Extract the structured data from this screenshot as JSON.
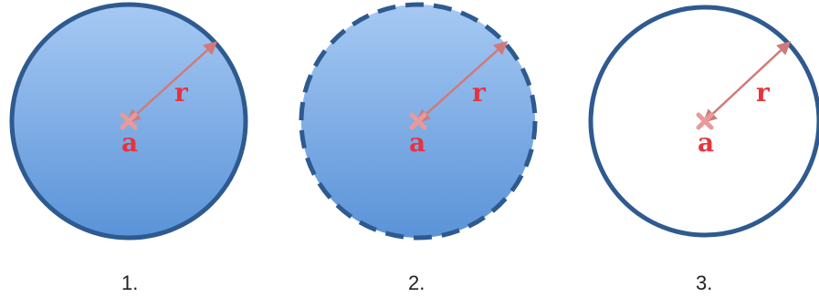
{
  "colors": {
    "outline": "#2e5a8f",
    "fill_top": "#a6c9f3",
    "fill_bottom": "#5a93d8",
    "arrow": "#d07a7a",
    "center_mark": "#e89a9a",
    "label": "#e8323c"
  },
  "figures": [
    {
      "radius_label": "r",
      "center_label": "a",
      "caption": "1.",
      "outline_style": "solid",
      "filled": true
    },
    {
      "radius_label": "r",
      "center_label": "a",
      "caption": "2.",
      "outline_style": "dashed",
      "filled": true
    },
    {
      "radius_label": "r",
      "center_label": "a",
      "caption": "3.",
      "outline_style": "solid",
      "filled": false
    }
  ]
}
